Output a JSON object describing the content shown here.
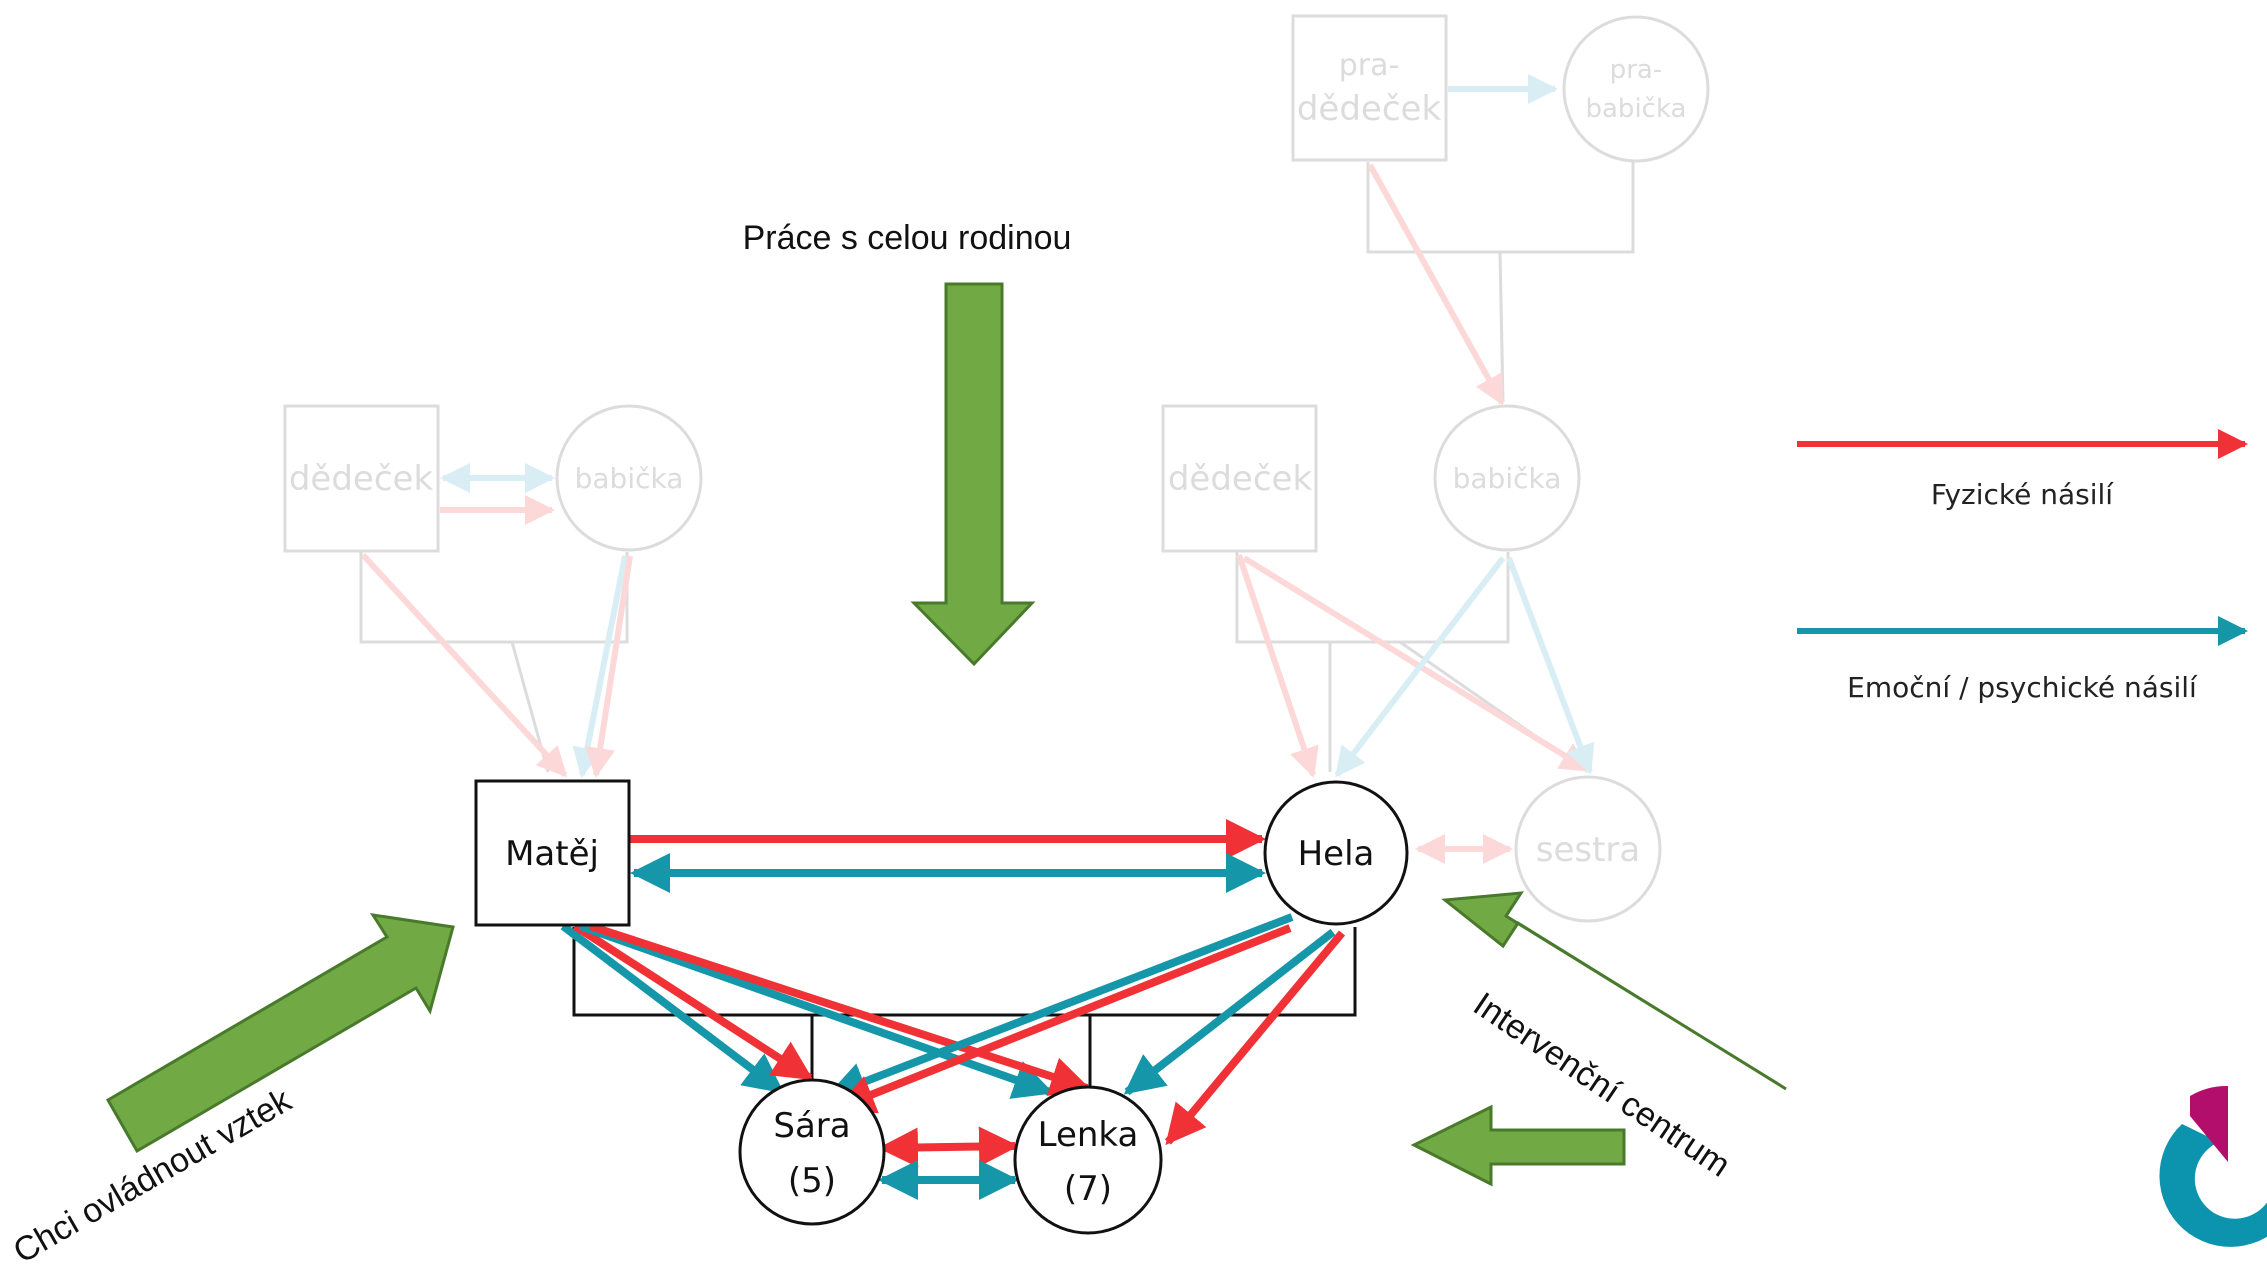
{
  "colors": {
    "red": "#f03237",
    "blue": "#1596a9",
    "green": "#71aa45",
    "green_stroke": "#497a2c",
    "faded_red": "#fcd8d8",
    "faded_blue": "#d9eef4",
    "faded_line": "#dcdcdc",
    "faded_text": "#dcdcdc",
    "black": "#111111",
    "logo_teal": "#0c93ad",
    "logo_magenta": "#b30e6c"
  },
  "nodes": {
    "pra_dedecek": {
      "lines": [
        "pra-",
        "dědeček"
      ]
    },
    "pra_babicka": {
      "lines": [
        "pra-",
        "babička"
      ]
    },
    "dedecek_left": {
      "lines": [
        "dědeček"
      ]
    },
    "babicka_left": {
      "lines": [
        "babička"
      ]
    },
    "dedecek_right": {
      "lines": [
        "dědeček"
      ]
    },
    "babicka_right": {
      "lines": [
        "babička"
      ]
    },
    "matej": {
      "lines": [
        "Matěj"
      ]
    },
    "hela": {
      "lines": [
        "Hela"
      ]
    },
    "sestra": {
      "lines": [
        "sestra"
      ]
    },
    "sara": {
      "lines": [
        "Sára",
        "(5)"
      ]
    },
    "lenka": {
      "lines": [
        "Lenka",
        "(7)"
      ]
    }
  },
  "annotations": {
    "top": "Práce s celou rodinou",
    "left": "Chci ovládnout vztek",
    "right": "Intervenční centrum"
  },
  "legend": {
    "physical": "Fyzické násilí",
    "emotional": "Emoční / psychické násilí"
  },
  "icons": {
    "arrow_top": "down-arrow-icon",
    "arrow_left": "up-right-arrow-icon",
    "arrow_right": "up-left-arrow-icon",
    "arrow_small": "left-arrow-icon",
    "logo": "logo-icon"
  }
}
